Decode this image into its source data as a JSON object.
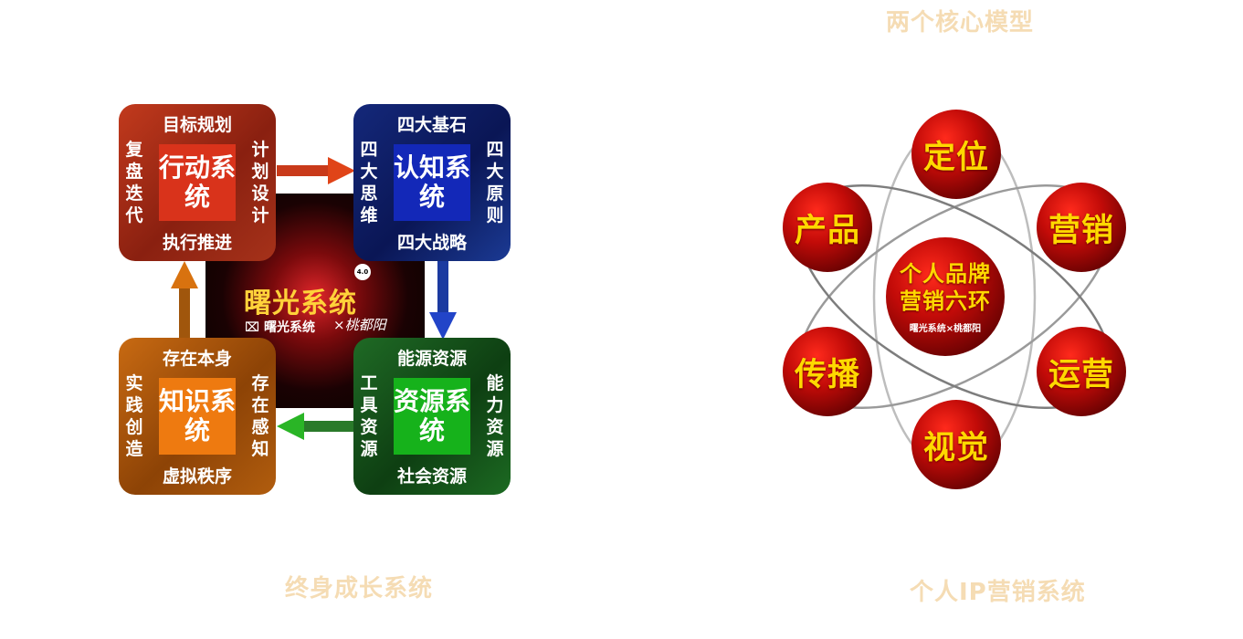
{
  "header": {
    "title": "两个核心模型"
  },
  "growth_model": {
    "caption": "终身成长系统",
    "center": {
      "title": "曙光系统",
      "version": "4.0",
      "brand": "曙光系统",
      "signature": "×桃都阳"
    },
    "action": {
      "core": "行动系统",
      "top": "目标规划",
      "bottom": "执行推进",
      "left": "复盘迭代",
      "right": "计划设计"
    },
    "cognition": {
      "core": "认知系统",
      "top": "四大基石",
      "bottom": "四大战略",
      "left": "四大思维",
      "right": "四大原则"
    },
    "knowledge": {
      "core": "知识系统",
      "top": "存在本身",
      "bottom": "虚拟秩序",
      "left": "实践创造",
      "right": "存在感知"
    },
    "resource": {
      "core": "资源系统",
      "top": "能源资源",
      "bottom": "社会资源",
      "left": "工具资源",
      "right": "能力资源"
    },
    "colors": {
      "action": "#d9331b",
      "cognition": "#1328b8",
      "knowledge": "#ee7a10",
      "resource": "#16b21b"
    }
  },
  "marketing_model": {
    "caption": "个人IP营销系统",
    "center": {
      "line1": "个人品牌",
      "line2": "营销六环",
      "brand": "曙光系统×桃都阳"
    },
    "rings": [
      "定位",
      "营销",
      "运营",
      "视觉",
      "传播",
      "产品"
    ],
    "text_color": "#ffd800"
  }
}
